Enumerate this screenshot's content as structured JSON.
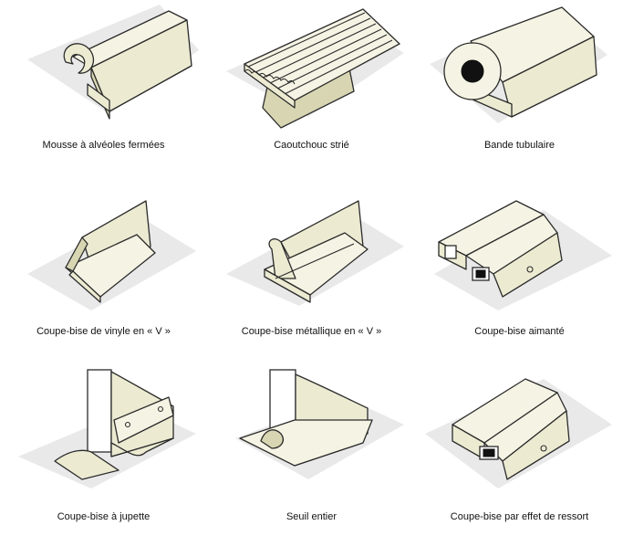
{
  "items": [
    {
      "label": "Mousse à alvéoles fermées"
    },
    {
      "label": "Caoutchouc strié"
    },
    {
      "label": "Bande tubulaire"
    },
    {
      "label": "Coupe-bise de vinyle en « V »"
    },
    {
      "label": "Coupe-bise métallique en « V »"
    },
    {
      "label": "Coupe-bise aimanté"
    },
    {
      "label": "Coupe-bise à jupette"
    },
    {
      "label": "Seuil entier"
    },
    {
      "label": "Coupe-bise par effet de ressort"
    }
  ],
  "colors": {
    "strip_fill": "#ecebd2",
    "shadow": "#e9e9e9",
    "outline": "#2b2b2b"
  }
}
